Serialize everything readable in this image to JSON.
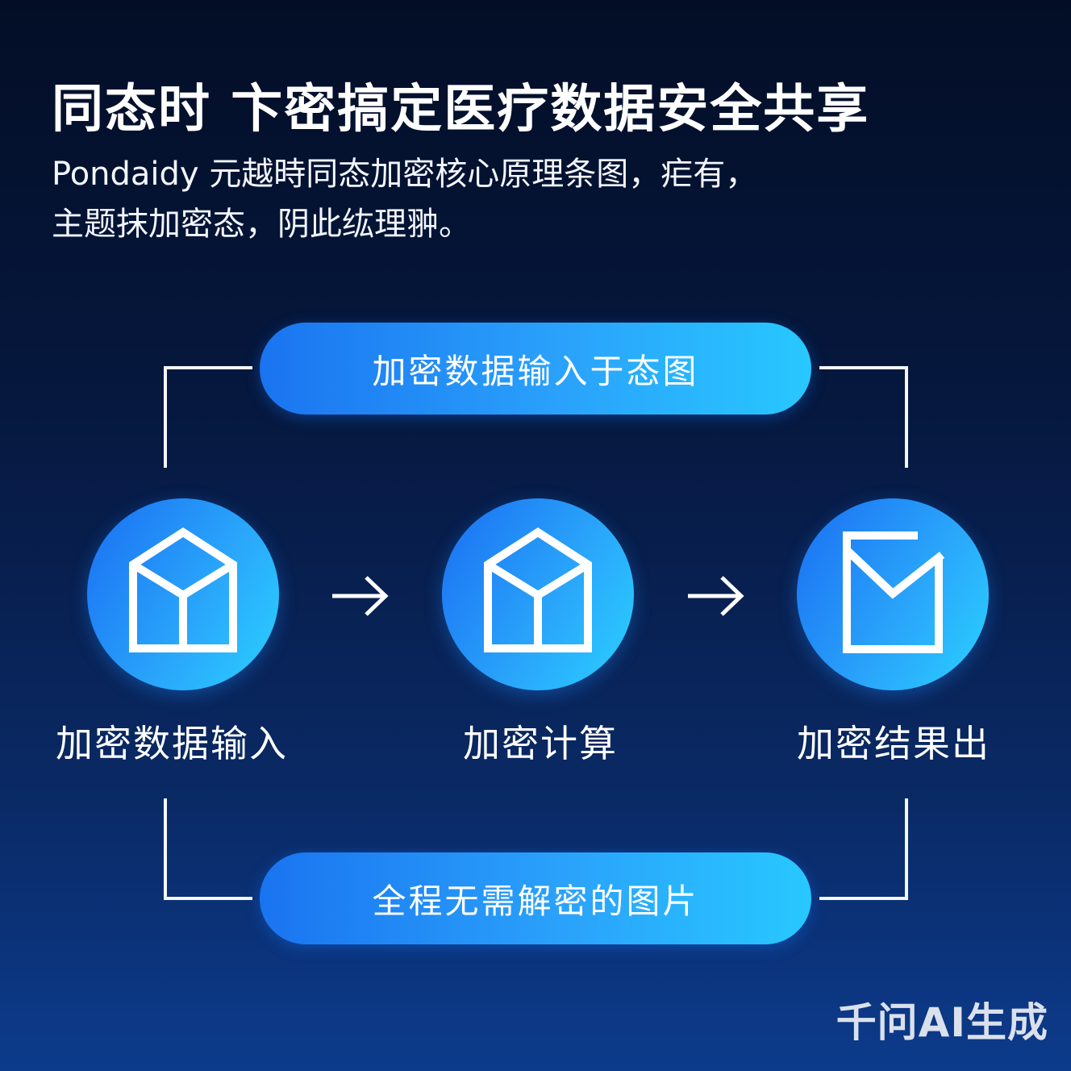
{
  "header": {
    "title": "同态时 卞密搞定医疗数据安全共享",
    "subtitle_line1": "Pondaidy  元越時同态加密核心原理条图，疟有，",
    "subtitle_line2": "主题抹加密态，阴此纮理翀。"
  },
  "diagram": {
    "top_banner": "加密数据输入于态图",
    "bottom_banner": "全程无需解密的图片",
    "nodes": [
      {
        "label": "加密数据输入",
        "icon": "box-icon"
      },
      {
        "label": "加密计算",
        "icon": "box-icon"
      },
      {
        "label": "加密结果出",
        "icon": "envelope-icon"
      }
    ],
    "connector_icon": "right-arrow-icon"
  },
  "watermark": "千问AI生成",
  "colors": {
    "background_top": "#030e26",
    "background_bottom": "#0c3b8c",
    "accent_blue": "#1a74f0",
    "accent_cyan": "#28c8ff",
    "line": "#f4f7ff"
  }
}
